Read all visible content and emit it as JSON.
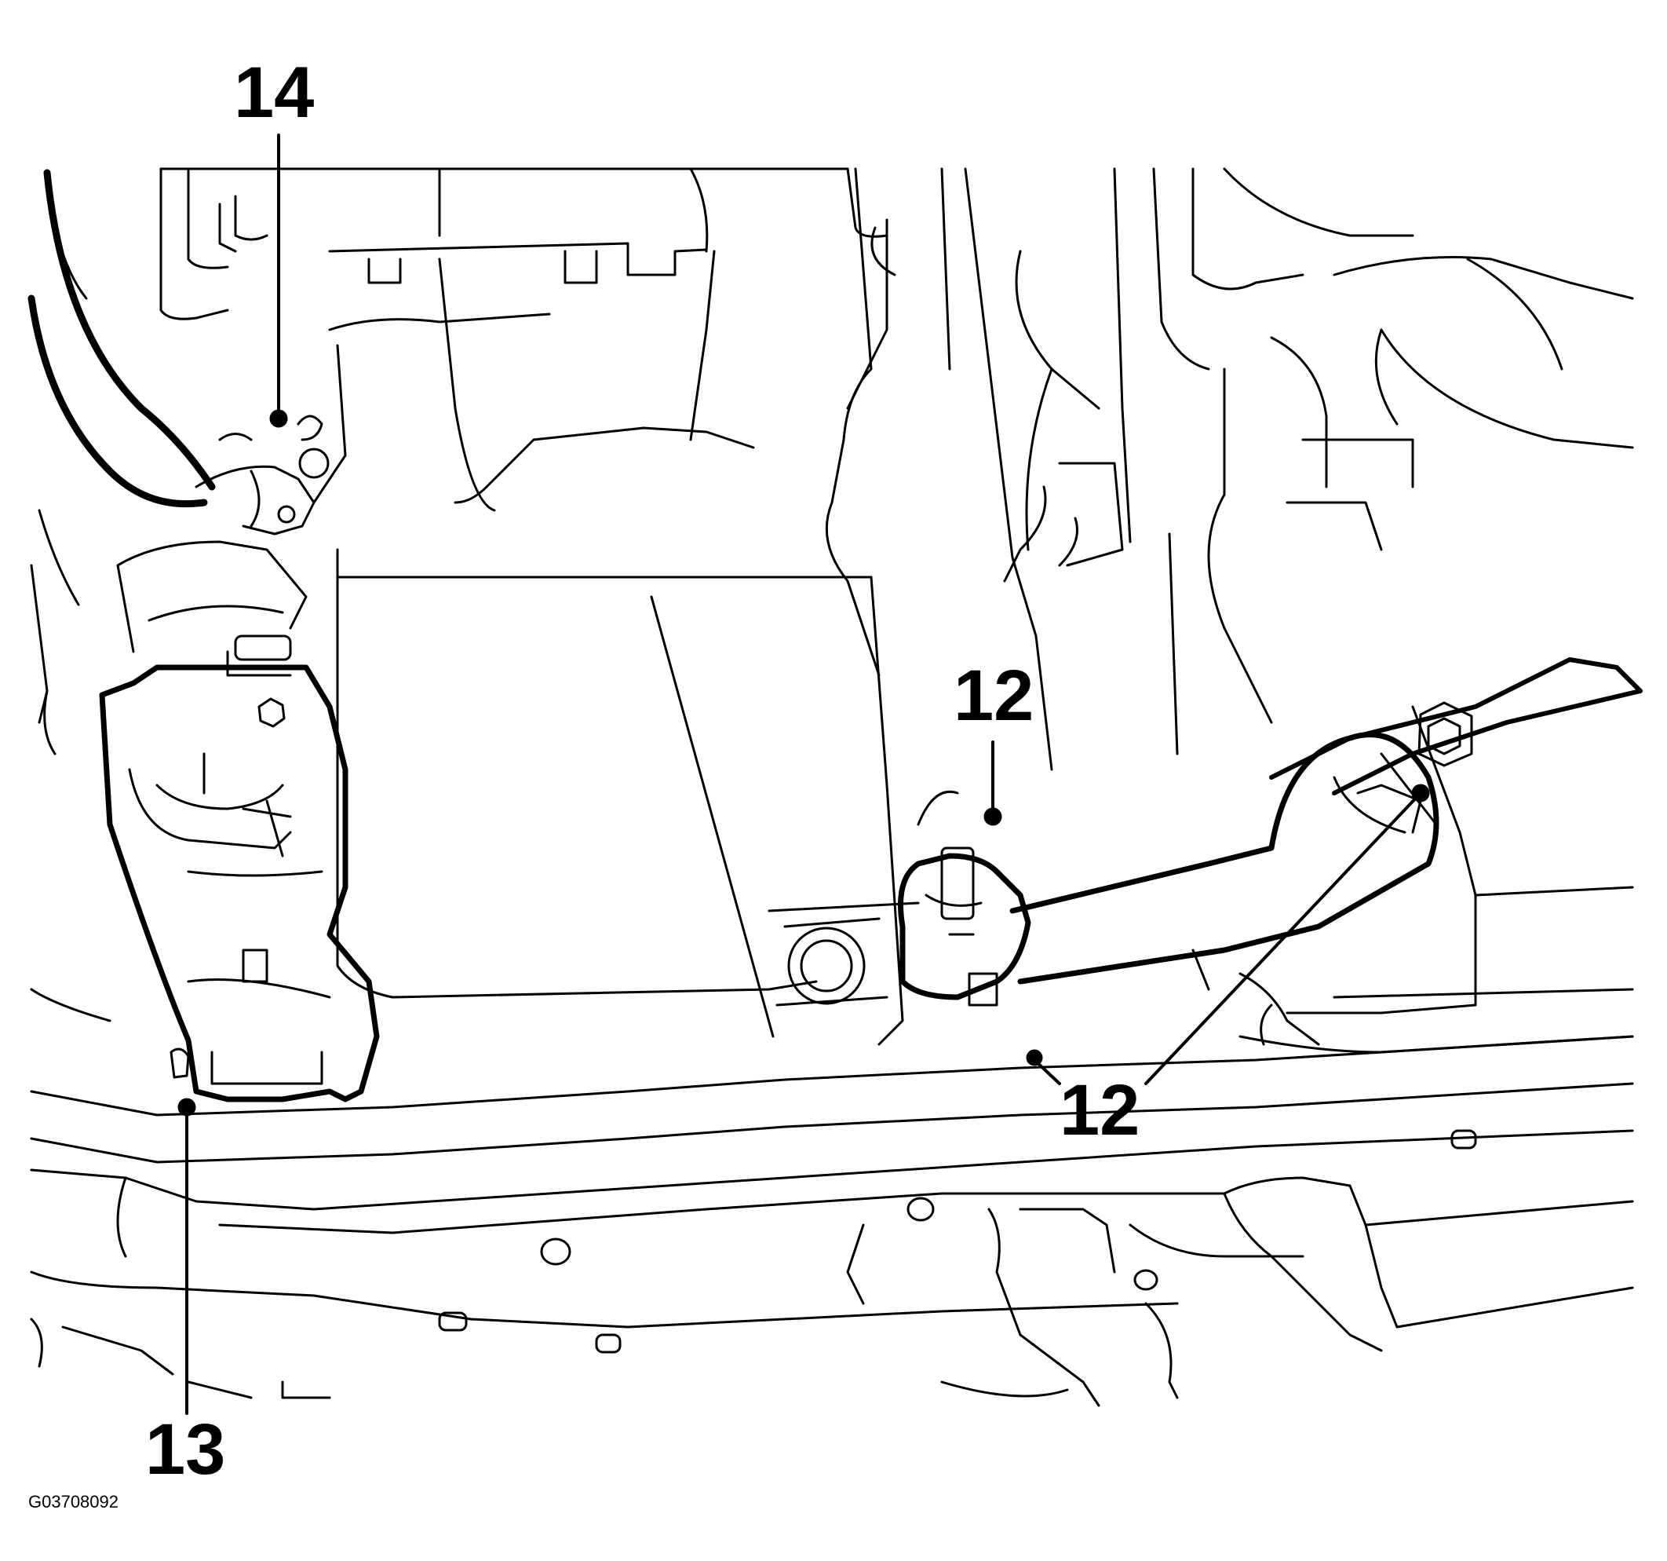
{
  "figure_code": "G03708092",
  "callouts": [
    {
      "label": "14"
    },
    {
      "label": "12"
    },
    {
      "label": "12"
    },
    {
      "label": "13"
    }
  ]
}
